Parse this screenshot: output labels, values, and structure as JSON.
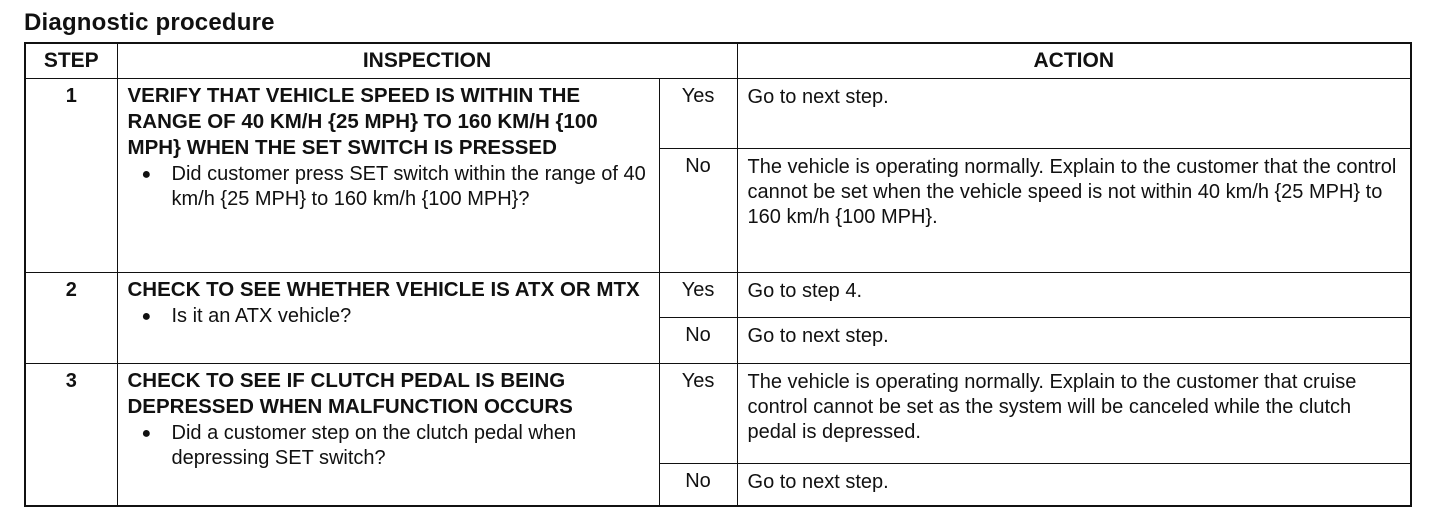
{
  "title": "Diagnostic procedure",
  "headers": {
    "step": "STEP",
    "inspection": "INSPECTION",
    "action": "ACTION"
  },
  "steps": [
    {
      "number": "1",
      "inspection_title": "VERIFY THAT VEHICLE SPEED IS WITHIN THE RANGE OF 40 KM/H {25 MPH} TO 160 KM/H {100 MPH} WHEN THE SET SWITCH IS PRESSED",
      "question": "Did customer press SET switch within the range of 40 km/h {25 MPH} to 160 km/h {100 MPH}?",
      "yes_label": "Yes",
      "yes_action": "Go to next step.",
      "no_label": "No",
      "no_action": "The vehicle is operating normally. Explain to the customer that the control cannot be set when the vehicle speed is not within 40 km/h {25 MPH} to 160 km/h {100 MPH}."
    },
    {
      "number": "2",
      "inspection_title": "CHECK TO SEE WHETHER VEHICLE IS ATX OR MTX",
      "question": "Is it an ATX vehicle?",
      "yes_label": "Yes",
      "yes_action": "Go to step 4.",
      "no_label": "No",
      "no_action": "Go to next step."
    },
    {
      "number": "3",
      "inspection_title": "CHECK TO SEE IF CLUTCH PEDAL IS BEING DEPRESSED WHEN MALFUNCTION OCCURS",
      "question": "Did a customer step on the clutch pedal when depressing SET switch?",
      "yes_label": "Yes",
      "yes_action": "The vehicle is operating normally. Explain to the customer that cruise control cannot be set as the system will be canceled while the clutch pedal is depressed.",
      "no_label": "No",
      "no_action": "Go to next step."
    }
  ],
  "bullet_glyph": "●"
}
